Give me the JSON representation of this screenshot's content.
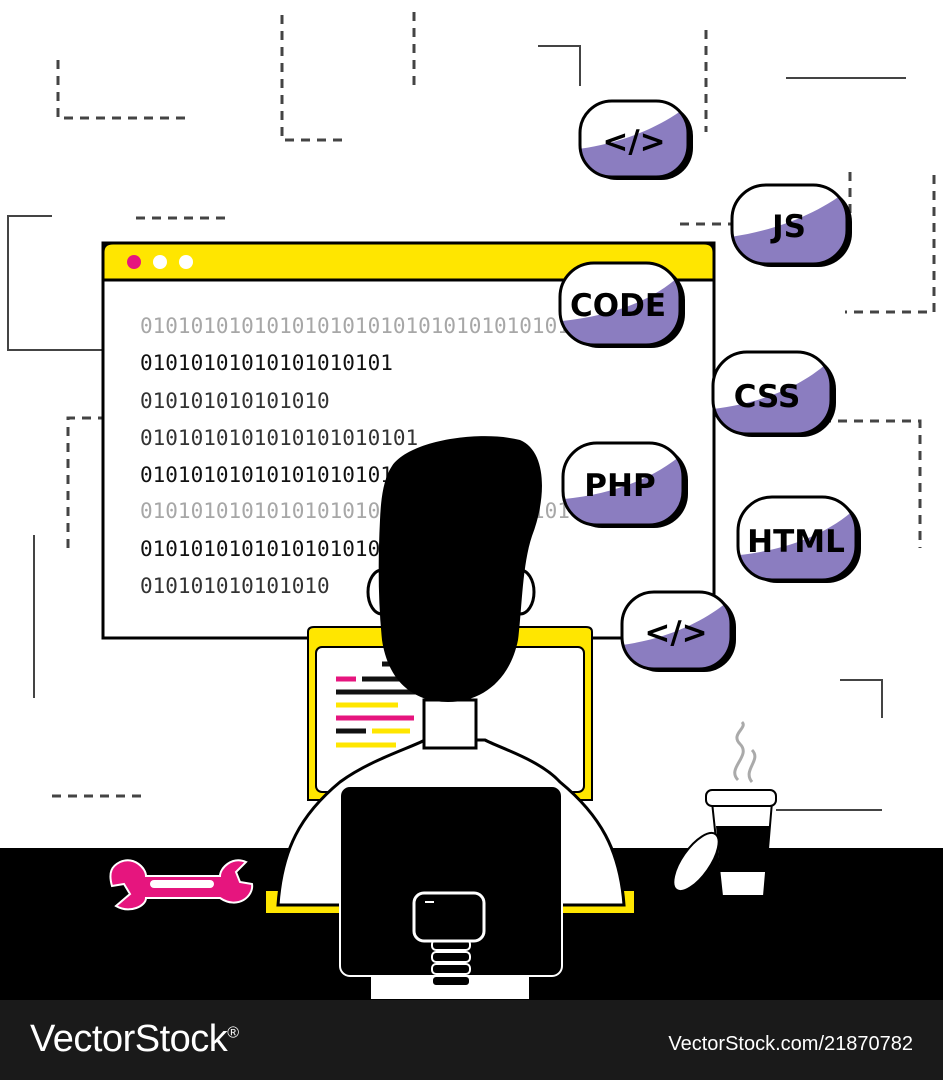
{
  "binary_lines": [
    {
      "text": "010101010101010101010101010101010101",
      "color": "#a7a7a7"
    },
    {
      "text": "01010101010101010101",
      "color": "#111111"
    },
    {
      "text": "010101010101010",
      "color": "#333333"
    },
    {
      "text": "0101010101010101010101",
      "color": "#333333"
    },
    {
      "text": "01010101010101010101",
      "color": "#111111"
    },
    {
      "text": "0101010101010101010101010101010101",
      "color": "#a7a7a7"
    },
    {
      "text": "01010101010101010101",
      "color": "#111111"
    },
    {
      "text": "010101010101010",
      "color": "#333333"
    }
  ],
  "tags": {
    "code_top": "</>",
    "js": "JS",
    "code": "CODE",
    "css": "CSS",
    "php": "PHP",
    "html": "HTML",
    "code_bottom": "</>"
  },
  "watermark": {
    "brand_prefix": "Vector",
    "brand_suffix": "Stock",
    "registered": "®",
    "id": "VectorStock.com/21870782"
  },
  "colors": {
    "accent_yellow": "#ffe600",
    "accent_pink": "#e6157e",
    "accent_purple": "#8b7dc0",
    "ink": "#000000"
  }
}
